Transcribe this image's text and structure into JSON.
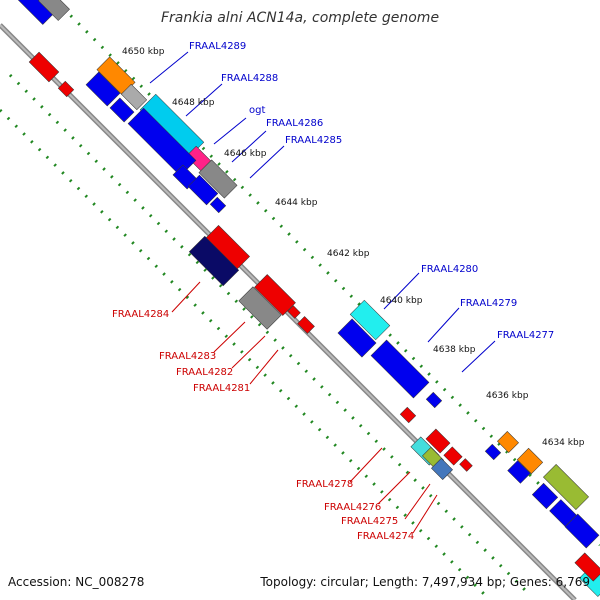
{
  "title": "Frankia alni ACN14a, complete genome",
  "footer": {
    "accession": "Accession: NC_008278",
    "summary": "Topology: circular; Length: 7,497,934 bp; Genes: 6,769"
  },
  "colors": {
    "backbone": "#777777",
    "tick": "#228822",
    "forward_label": "#0000cc",
    "reverse_label": "#cc0000"
  },
  "positions_kbp": [
    "4650 kbp",
    "4648 kbp",
    "4646 kbp",
    "4644 kbp",
    "4642 kbp",
    "4640 kbp",
    "4638 kbp",
    "4636 kbp",
    "4634 kbp"
  ],
  "forward_genes": [
    "FRAAL4289",
    "FRAAL4288",
    "ogt",
    "FRAAL4286",
    "FRAAL4285",
    "FRAAL4280",
    "FRAAL4279",
    "FRAAL4277"
  ],
  "reverse_genes": [
    "FRAAL4284",
    "FRAAL4283",
    "FRAAL4282",
    "FRAAL4281",
    "FRAAL4278",
    "FRAAL4276",
    "FRAAL4275",
    "FRAAL4274"
  ]
}
